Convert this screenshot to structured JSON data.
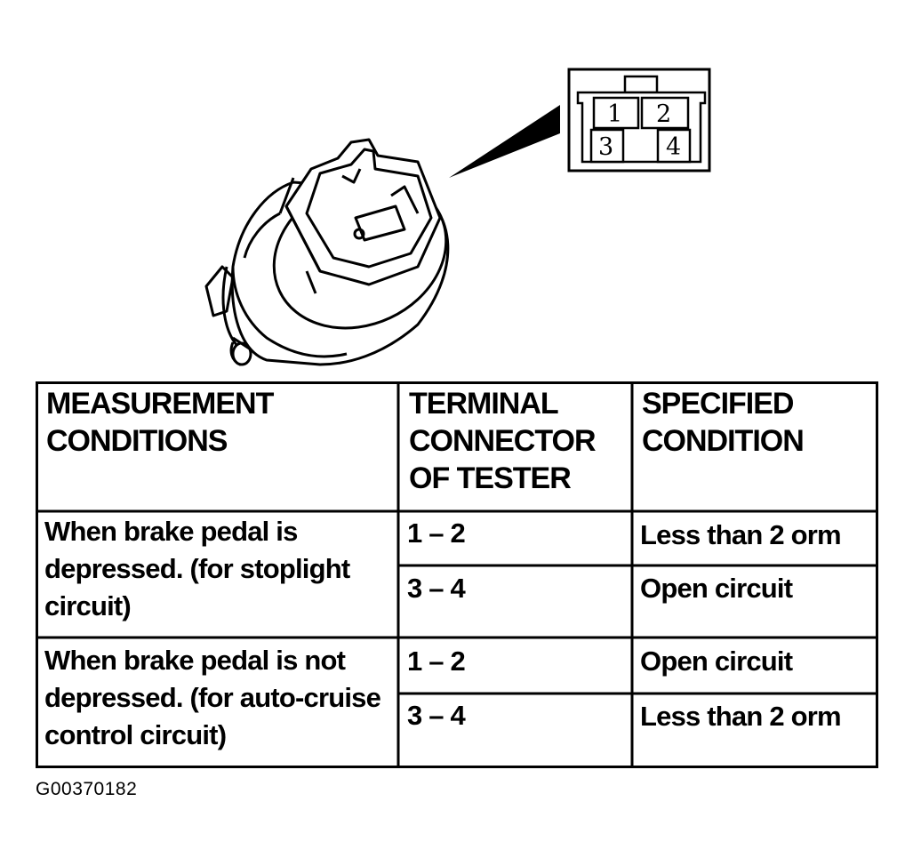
{
  "diagram": {
    "connector_pins": [
      "1",
      "2",
      "3",
      "4"
    ]
  },
  "table": {
    "headers": [
      "MEASUREMENT\n CONDITIONS",
      "TERMINAL\nCONNECTOR\nOF TESTER",
      "SPECIFIED\nCONDITION"
    ],
    "rows": [
      {
        "condition": "When brake pedal is depressed. (for stoplight circuit)",
        "checks": [
          {
            "terminal": "1 – 2",
            "specified": "Less than 2 orm"
          },
          {
            "terminal": "3 – 4",
            "specified": "Open circuit"
          }
        ]
      },
      {
        "condition": "When brake pedal is not depressed. (for auto-cruise control circuit)",
        "checks": [
          {
            "terminal": "1 – 2",
            "specified": "Open circuit"
          },
          {
            "terminal": "3 – 4",
            "specified": "Less than 2 orm"
          }
        ]
      }
    ]
  },
  "figure_code": "G00370182"
}
